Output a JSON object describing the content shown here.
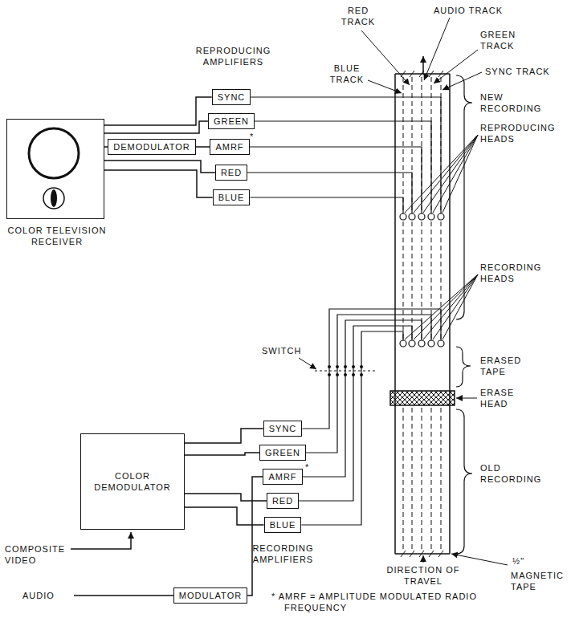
{
  "diagram": {
    "nodes": [
      {
        "text": [
          "COLOR TELEVISION RECEIVER"
        ]
      },
      {
        "text": [
          "SYNC"
        ]
      },
      {
        "text": [
          "GREEN"
        ]
      },
      {
        "text": [
          "DEMODULATOR"
        ]
      },
      {
        "text": [
          "AMRF"
        ]
      },
      {
        "text": [
          "RED"
        ]
      },
      {
        "text": [
          "BLUE"
        ]
      },
      {
        "text": [
          "SYNC"
        ]
      },
      {
        "text": [
          "GREEN"
        ]
      },
      {
        "text": [
          "AMRF"
        ]
      },
      {
        "text": [
          "RED"
        ]
      },
      {
        "text": [
          "BLUE"
        ]
      },
      {
        "text": [
          "COLOR DEMODULATOR"
        ]
      },
      {
        "text": [
          "MODULATOR"
        ]
      }
    ],
    "edges": [
      {
        "from": 1,
        "to": 0,
        "arrow": "none"
      },
      {
        "from": 2,
        "to": 0,
        "arrow": "none"
      },
      {
        "from": 3,
        "to": 0,
        "arrow": "none"
      },
      {
        "from": 4,
        "to": 3,
        "arrow": "none"
      },
      {
        "from": 5,
        "to": 0,
        "arrow": "none"
      },
      {
        "from": 6,
        "to": 0,
        "arrow": "none"
      },
      {
        "from": 12,
        "to": 7,
        "arrow": "none"
      },
      {
        "from": 12,
        "to": 8,
        "arrow": "none"
      },
      {
        "from": 12,
        "to": 10,
        "arrow": "none"
      },
      {
        "from": 12,
        "to": 11,
        "arrow": "none"
      },
      {
        "from": 13,
        "to": 9,
        "arrow": "none"
      }
    ],
    "labels": [
      "REPRODUCING AMPLIFIERS",
      "RED TRACK",
      "AUDIO TRACK",
      "GREEN TRACK",
      "SYNC TRACK",
      "BLUE TRACK",
      "NEW RECORDING",
      "REPRODUCING HEADS",
      "*",
      "RECORDING HEADS",
      "SWITCH",
      "ERASED TAPE",
      "ERASE HEAD",
      "OLD RECORDING",
      "*",
      "COMPOSITE VIDEO",
      "RECORDING AMPLIFIERS",
      "DIRECTION OF TRAVEL",
      "½\"",
      "MAGNETIC TAPE",
      "AUDIO",
      "* AMRF = AMPLITUDE MODULATED RADIO FREQUENCY"
    ]
  }
}
